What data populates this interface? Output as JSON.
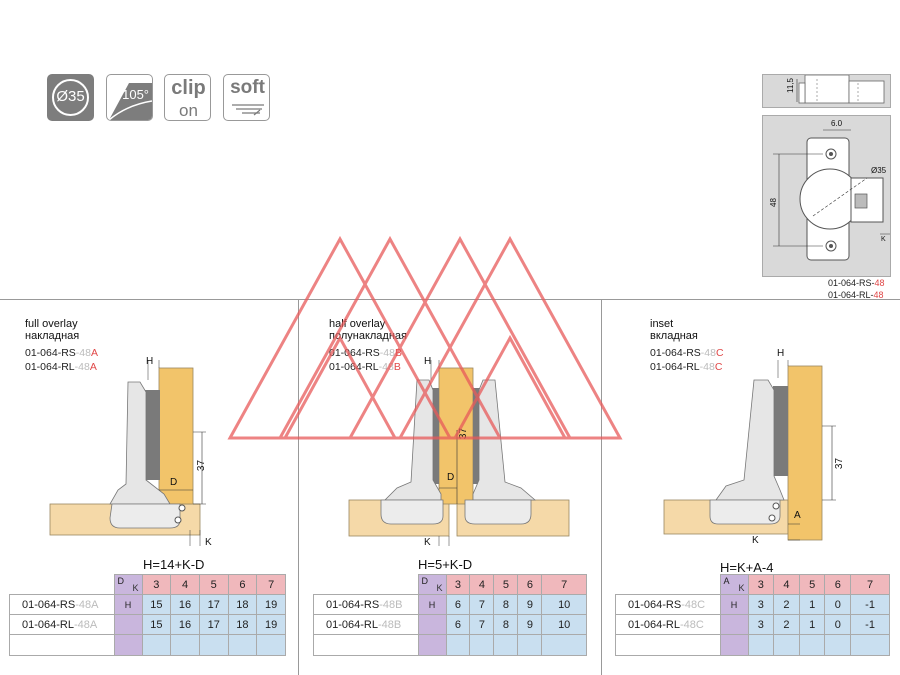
{
  "features": {
    "diameter": "Ø35",
    "angle": "105°",
    "clip_line1": "clip",
    "clip_line2": "on",
    "soft": "soft"
  },
  "spec_drawing": {
    "dim_11_5": "11,5",
    "dim_6_0": "6.0",
    "dim_48": "48",
    "dim_d35": "Ø35",
    "dim_k": "K",
    "code_rs_prefix": "01-064-RS-",
    "code_rs_suffix": "48",
    "code_rl_prefix": "01-064-RL-",
    "code_rl_suffix": "48"
  },
  "panels": [
    {
      "title_en": "full overlay",
      "title_ru": "накладная",
      "code_rs": "01-064-RS",
      "code_rs_suf_grey": "-48",
      "code_rs_suf_red": "A",
      "code_rl": "01-064-RL",
      "code_rl_suf_grey": "-48",
      "code_rl_suf_red": "A",
      "formula": "H=14+K-D",
      "dim_h": "H",
      "dim_37": "37",
      "dim_d": "D",
      "dim_k": "K",
      "table": {
        "corner_a": "D",
        "corner_b": "K",
        "corner_c": "H",
        "k_values": [
          "3",
          "4",
          "5",
          "6",
          "7"
        ],
        "rows": [
          {
            "label": "01-064-RS",
            "suffix": "-48A",
            "values": [
              "15",
              "16",
              "17",
              "18",
              "19"
            ]
          },
          {
            "label": "01-064-RL",
            "suffix": "-48A",
            "values": [
              "15",
              "16",
              "17",
              "18",
              "19"
            ]
          }
        ]
      }
    },
    {
      "title_en": "half overlay",
      "title_ru": "полунакладная",
      "code_rs": "01-064-RS",
      "code_rs_suf_grey": "-48",
      "code_rs_suf_red": "B",
      "code_rl": "01-064-RL",
      "code_rl_suf_grey": "-48",
      "code_rl_suf_red": "B",
      "formula": "H=5+K-D",
      "dim_h": "H",
      "dim_37": "37",
      "dim_d": "D",
      "dim_k": "K",
      "table": {
        "corner_a": "D",
        "corner_b": "K",
        "corner_c": "H",
        "k_values": [
          "3",
          "4",
          "5",
          "6",
          "7"
        ],
        "rows": [
          {
            "label": "01-064-RS",
            "suffix": "-48B",
            "values": [
              "6",
              "7",
              "8",
              "9",
              "10"
            ]
          },
          {
            "label": "01-064-RL",
            "suffix": "-48B",
            "values": [
              "6",
              "7",
              "8",
              "9",
              "10"
            ]
          }
        ]
      }
    },
    {
      "title_en": "inset",
      "title_ru": "вкладная",
      "code_rs": "01-064-RS",
      "code_rs_suf_grey": "-48",
      "code_rs_suf_red": "C",
      "code_rl": "01-064-RL",
      "code_rl_suf_grey": "-48",
      "code_rl_suf_red": "C",
      "formula": "H=K+A-4",
      "dim_h": "H",
      "dim_37": "37",
      "dim_a": "A",
      "dim_k": "K",
      "table": {
        "corner_a": "A",
        "corner_b": "K",
        "corner_c": "H",
        "k_values": [
          "3",
          "4",
          "5",
          "6",
          "7"
        ],
        "rows": [
          {
            "label": "01-064-RS",
            "suffix": "-48C",
            "values": [
              "3",
              "2",
              "1",
              "0",
              "-1"
            ]
          },
          {
            "label": "01-064-RL",
            "suffix": "-48C",
            "values": [
              "3",
              "2",
              "1",
              "0",
              "-1"
            ]
          }
        ]
      }
    }
  ],
  "colors": {
    "door_wood": "#f2c46a",
    "cabinet_wood": "#f5d9a8",
    "watermark": "#e85a5a",
    "k_header": "#f0b8bc",
    "corner_cell": "#c9b6dd",
    "value_row": "#c9dff0"
  }
}
